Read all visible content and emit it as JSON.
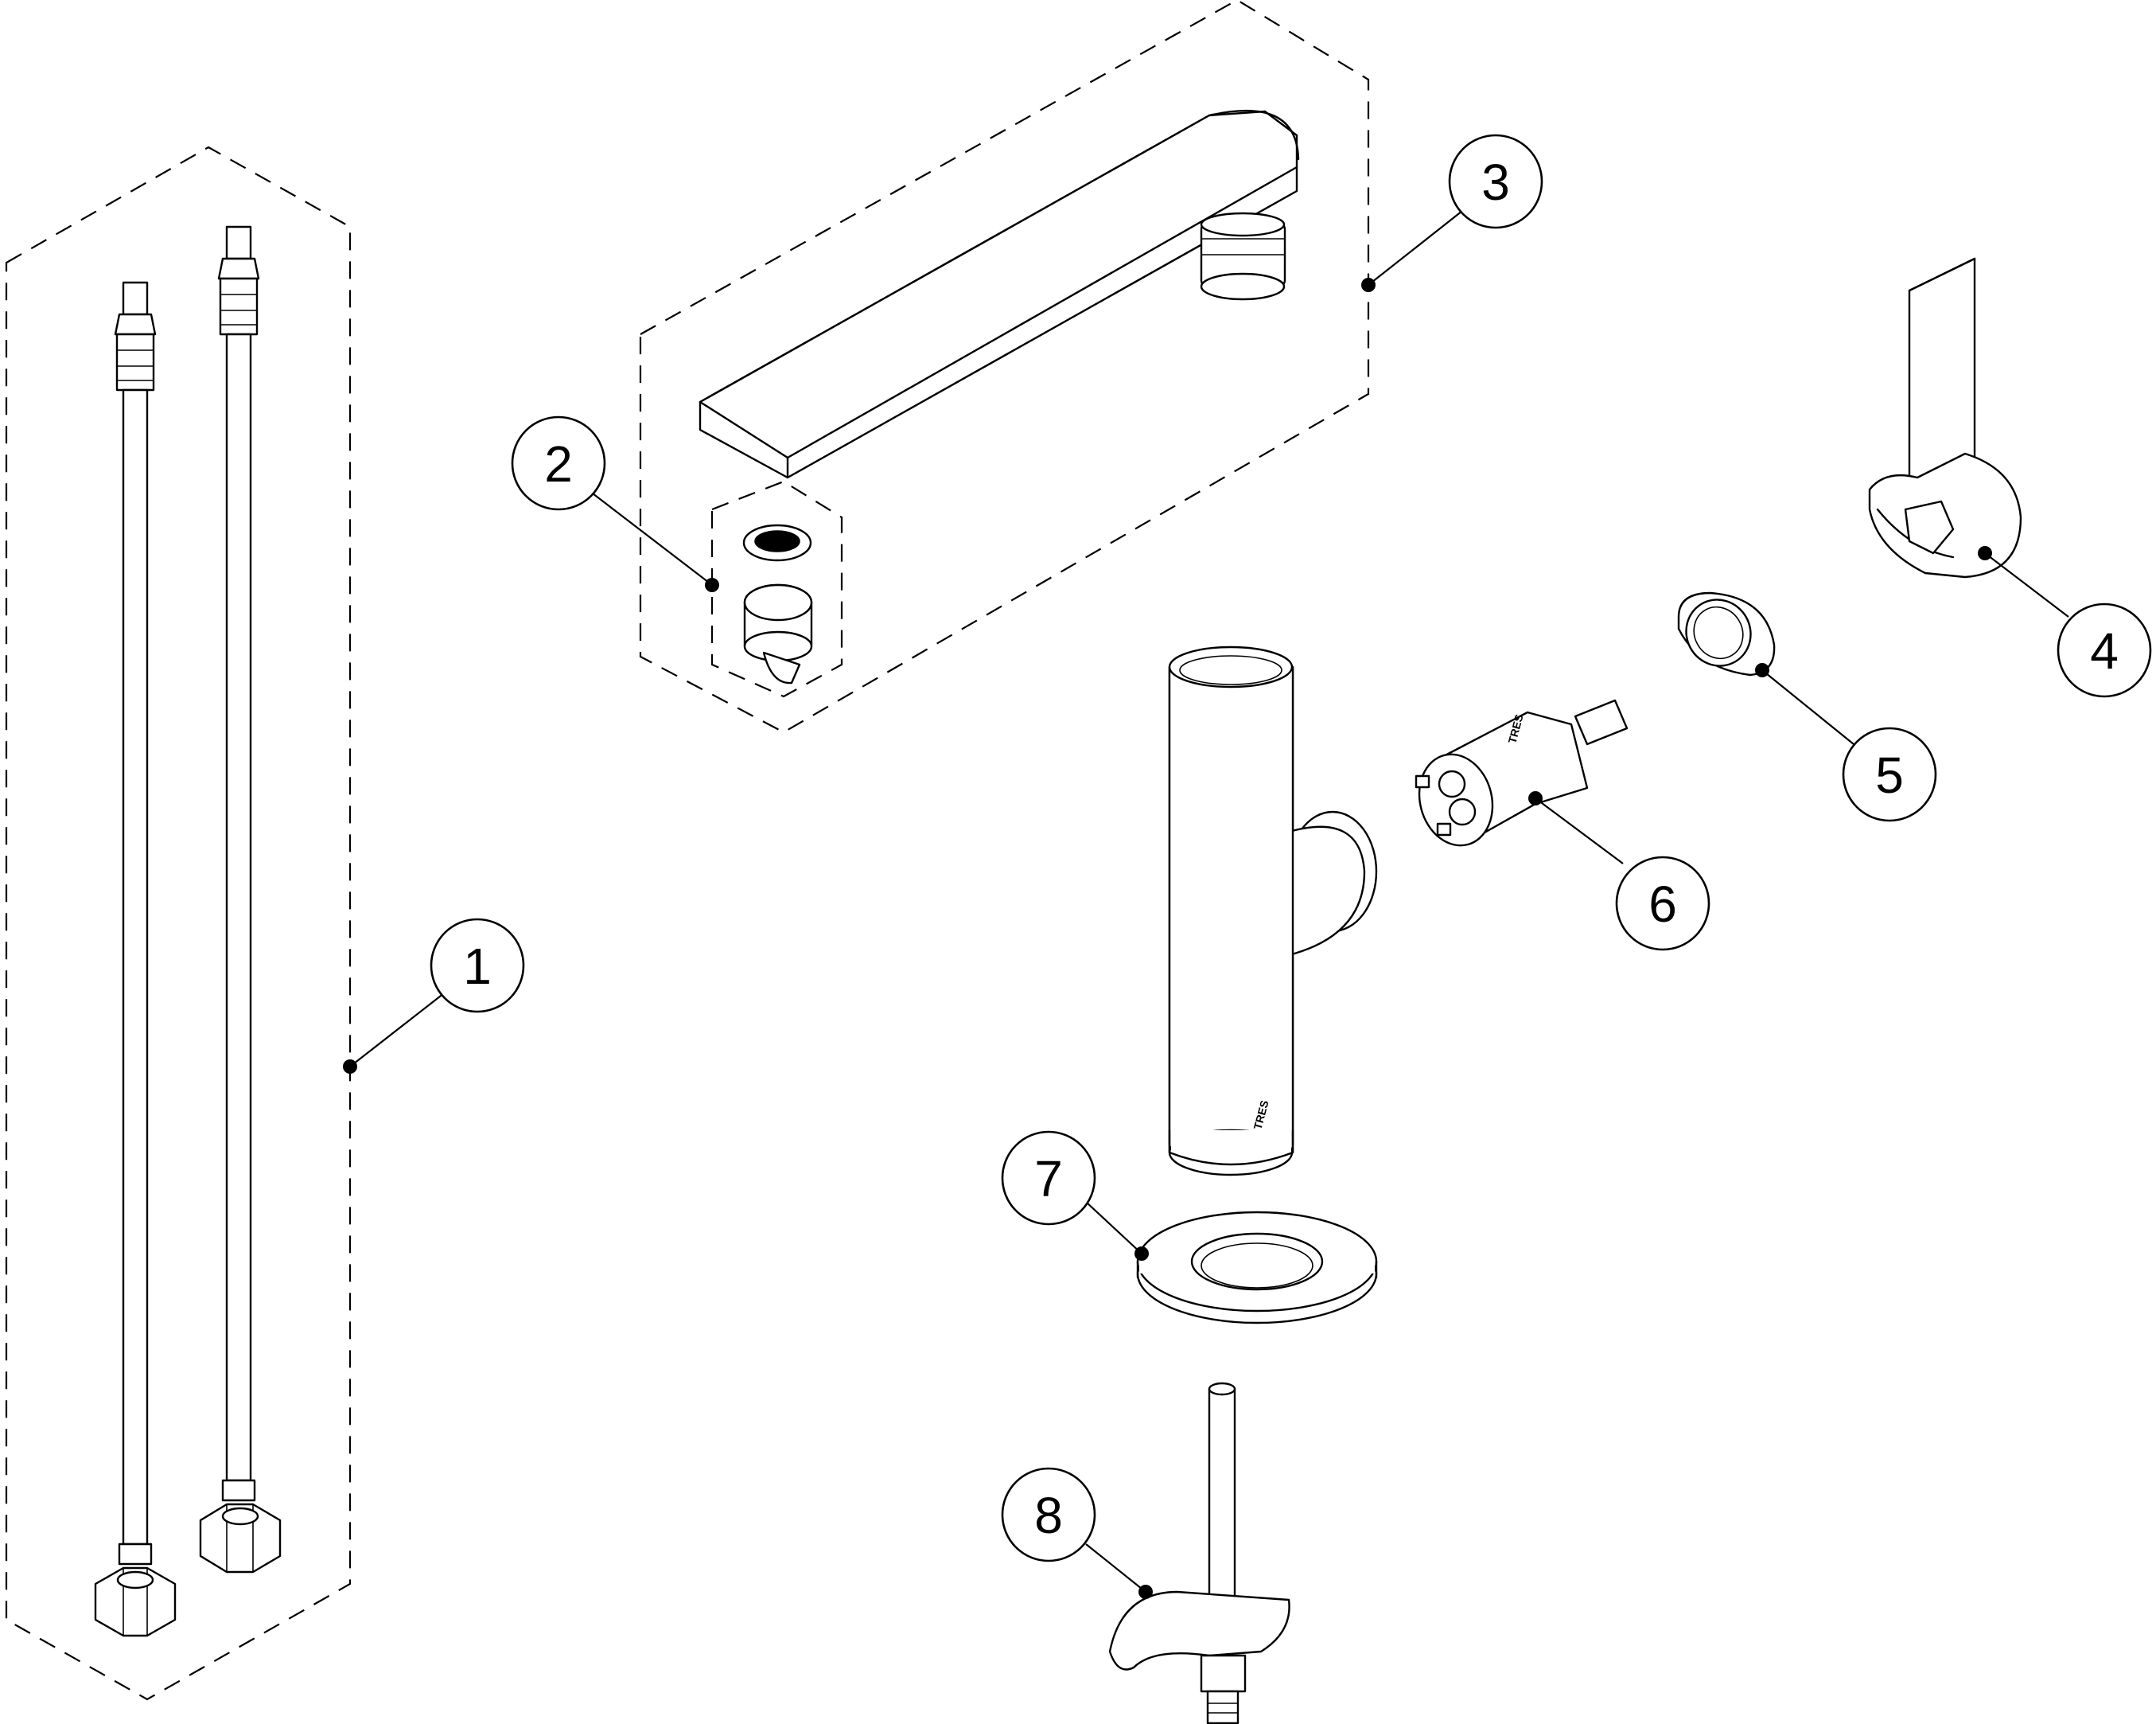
{
  "callouts": [
    {
      "label": "1"
    },
    {
      "label": "2"
    },
    {
      "label": "3"
    },
    {
      "label": "4"
    },
    {
      "label": "5"
    },
    {
      "label": "6"
    },
    {
      "label": "7"
    },
    {
      "label": "8"
    }
  ],
  "markings": {
    "body_brand": "TRES",
    "cartridge_brand": "TRES"
  },
  "colors": {
    "line": "#000000",
    "background": "#ffffff"
  }
}
